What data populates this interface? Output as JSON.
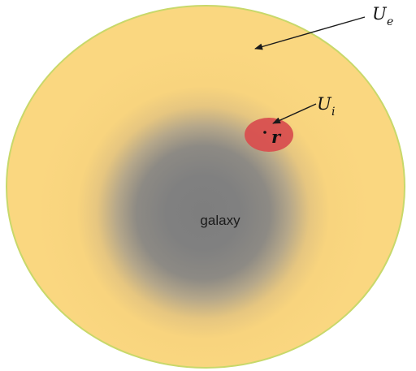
{
  "labels": {
    "galaxy": "galaxy",
    "outer_symbol": "U",
    "outer_subscript": "e",
    "inner_symbol": "U",
    "inner_subscript": "i",
    "point": "r"
  },
  "colors": {
    "outer_region": "#F9D67F",
    "outer_rim": "#C8D86A",
    "galaxy_core": "#808080",
    "inner_region": "#D84F4F",
    "arrows": "#1a1a1a"
  }
}
